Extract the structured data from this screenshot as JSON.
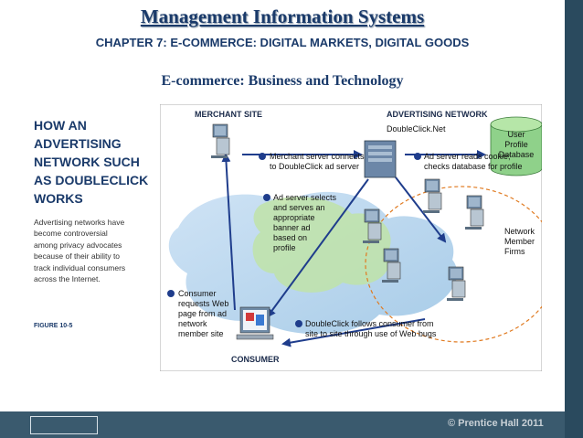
{
  "header": {
    "title": "Management Information Systems",
    "chapter": "CHAPTER 7: E-COMMERCE: DIGITAL MARKETS, DIGITAL GOODS",
    "section": "E-commerce: Business and Technology"
  },
  "sidebar": {
    "title_lines": [
      "HOW AN",
      "ADVERTISING",
      "NETWORK SUCH",
      "AS DOUBLECLICK",
      "WORKS"
    ],
    "caption_lines": [
      "Advertising networks have",
      "become controversial",
      "among privacy advocates",
      "because of their ability to",
      "track individual consumers",
      "across the Internet."
    ],
    "figure_label": "FIGURE 10-5"
  },
  "diagram": {
    "merchant_site": "MERCHANT SITE",
    "advertising_network": "ADVERTISING NETWORK",
    "doubleclick": "DoubleClick.Net",
    "database_lines": [
      "User",
      "Profile",
      "Database"
    ],
    "network_member_lines": [
      "Network",
      "Member",
      "Firms"
    ],
    "consumer": "CONSUMER",
    "steps": {
      "merchant_connects": [
        "Merchant server connects",
        "to DoubleClick ad server"
      ],
      "reads_cookie": [
        "Ad server reads cookie;",
        "checks database for profile"
      ],
      "selects_ad": [
        "Ad server selects",
        "and serves an",
        "appropriate",
        "banner ad",
        "based on",
        "profile"
      ],
      "consumer_requests": [
        "Consumer",
        "requests Web",
        "page from ad",
        "network",
        "member site"
      ],
      "follows_consumer": [
        "DoubleClick follows consumer from",
        "site to site through use of Web bugs"
      ]
    }
  },
  "footer": {
    "copyright": "© Prentice Hall 2011"
  }
}
